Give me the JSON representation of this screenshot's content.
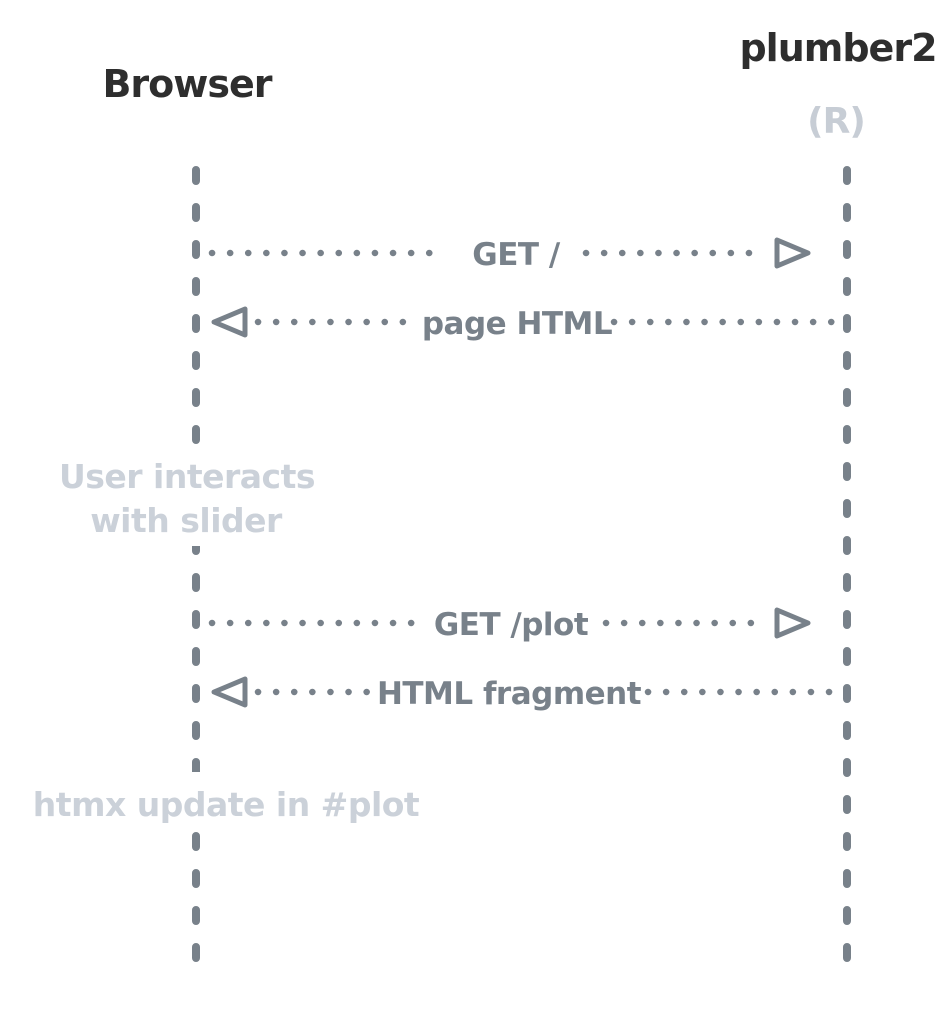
{
  "diagram": {
    "type": "sequence-diagram",
    "actors": [
      {
        "name": "Browser"
      },
      {
        "name": "plumber2",
        "annotation": "(R)"
      }
    ],
    "messages": [
      {
        "from": "Browser",
        "to": "plumber2",
        "label": "GET /",
        "direction": "right",
        "style": "dotted"
      },
      {
        "from": "plumber2",
        "to": "Browser",
        "label": "page HTML",
        "direction": "left",
        "style": "dotted"
      },
      {
        "from": "Browser",
        "to": "plumber2",
        "label": "GET /plot",
        "direction": "right",
        "style": "dotted"
      },
      {
        "from": "plumber2",
        "to": "Browser",
        "label": "HTML fragment",
        "direction": "left",
        "style": "dotted"
      }
    ],
    "notes": [
      {
        "line1": "User interacts",
        "line2": "with slider"
      },
      {
        "line1": "htmx update in #plot"
      }
    ],
    "colors": {
      "actor_text": "#2e2e2e",
      "stroke_gray": "#78818a",
      "note_gray": "#cbd1d9",
      "background": "#ffffff"
    }
  }
}
